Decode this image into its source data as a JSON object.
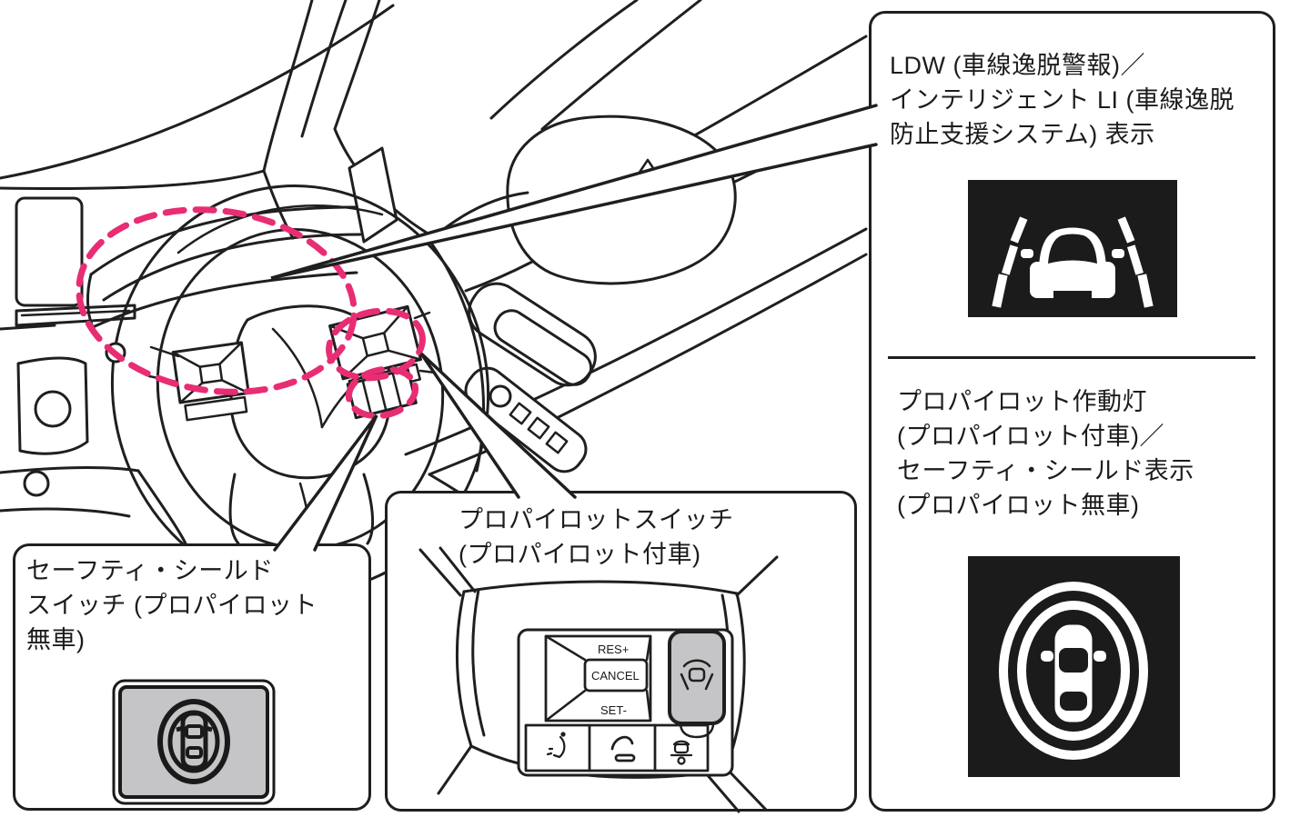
{
  "page": {
    "type": "owner-manual-illustration",
    "background": "#ffffff",
    "line_color": "#1f1f1f",
    "highlight_pink": "#e82d74",
    "button_gray": "#c5c5c7",
    "indicator_black": "#1b1b1b"
  },
  "callouts": {
    "ldw": {
      "line1": "LDW (車線逸脱警報)／",
      "line2": "インテリジェント LI (車線逸脱",
      "line3": "防止支援システム) 表示",
      "icon": "lane-departure-warning-indicator"
    },
    "pilot_lamp": {
      "line1": "プロパイロット作動灯",
      "line2": "(プロパイロット付車)／",
      "line3": "セーフティ・シールド表示",
      "line4": "(プロパイロット無車)",
      "icon": "propilot-safety-shield-indicator"
    },
    "shield_switch": {
      "line1": "セーフティ・シールド",
      "line2": "スイッチ (プロパイロット",
      "line3": "無車)",
      "icon": "safety-shield-switch-button"
    },
    "pilot_switch": {
      "line1": "プロパイロットスイッチ",
      "line2": "(プロパイロット付車)",
      "res_label": "RES+",
      "cancel_label": "CANCEL",
      "set_label": "SET-",
      "buttons": [
        "propilot-button",
        "voice-command-button",
        "phone-button",
        "following-distance-button"
      ]
    }
  },
  "illustration": {
    "subject": "driver-seat-view-steering-wheel-and-door",
    "highlights": [
      "instrument-cluster-area",
      "right-steering-switch-pod",
      "lower-steering-switch"
    ]
  }
}
